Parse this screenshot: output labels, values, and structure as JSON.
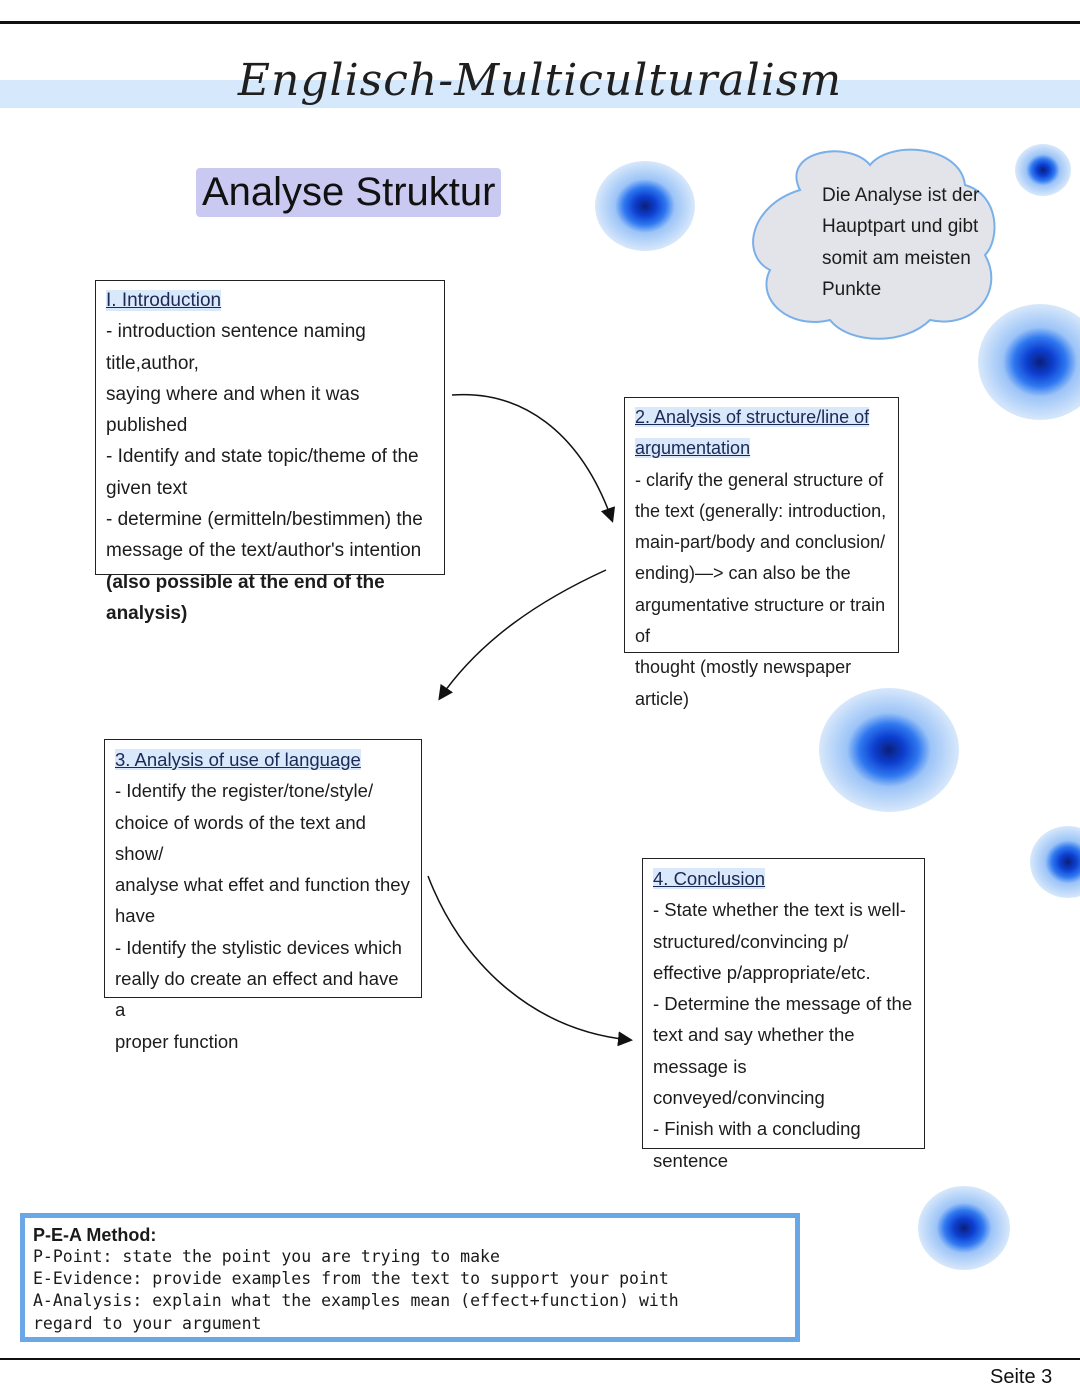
{
  "header": {
    "title": "Englisch-Multiculturalism"
  },
  "subtitle": "Analyse Struktur",
  "cloud_note": [
    "Die Analyse ist der",
    "Hauptpart und gibt",
    "somit am meisten",
    "Punkte"
  ],
  "sections": [
    {
      "heading": "I. Introduction",
      "lines": [
        "- introduction sentence naming title,author,",
        "saying where and when it was published",
        "- Identify and state topic/theme of the",
        "given text",
        "- determine (ermitteln/bestimmen) the",
        "message of the text/author's intention"
      ],
      "bold_lines": [
        "(also possible at the end of the",
        "analysis)"
      ]
    },
    {
      "heading_lines": [
        "2. Analysis of structure/line of",
        "argumentation"
      ],
      "lines": [
        "- clarify the general structure of",
        "the text (generally: introduction,",
        "main-part/body and conclusion/",
        "ending)—> can also be the",
        "argumentative structure or train of",
        "thought (mostly newspaper article)"
      ]
    },
    {
      "heading": "3. Analysis of use of language",
      "lines": [
        "- Identify the register/tone/style/",
        "choice of words of the text and show/",
        "analyse what effet and function they",
        "have",
        "- Identify the stylistic devices which",
        "really do create an effect and have a",
        "proper function"
      ]
    },
    {
      "heading": "4. Conclusion",
      "lines": [
        "- State whether the text is well-",
        "structured/convincing p/",
        "effective p/appropriate/etc.",
        "- Determine the message of the",
        "text and say whether the",
        "message is conveyed/convincing",
        "- Finish with a concluding",
        "sentence"
      ]
    }
  ],
  "pea": {
    "title": "P-E-A Method:",
    "lines": [
      "P-Point: state the point you are trying to make",
      "E-Evidence: provide examples from the text to support your point",
      "A-Analysis: explain what the examples mean (effect+function) with",
      "regard to your argument"
    ]
  },
  "footer": {
    "page": "Seite 3"
  },
  "colors": {
    "accent_blue": "#6aa7e6",
    "highlight": "#d9e8fb",
    "dot_dark": "#0a2a9a",
    "cloud_fill": "#e3e4ea"
  },
  "icons": [
    "cloud-shape",
    "blue-dot",
    "arrow"
  ]
}
